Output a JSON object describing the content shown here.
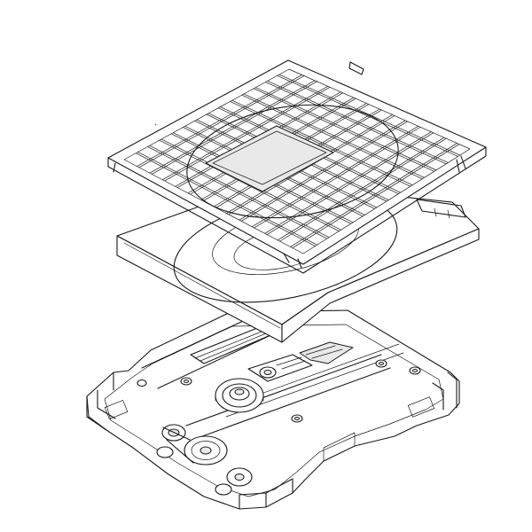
{
  "diagram": {
    "kind": "exploded isometric line drawing",
    "components": [
      {
        "id": "top-cover",
        "icon": "grid-cover-icon"
      },
      {
        "id": "disc-tray",
        "icon": "disc-tray-icon"
      },
      {
        "id": "mechanism-base",
        "icon": "drive-mechanism-icon"
      }
    ],
    "colors": {
      "line": "#1a1a1a",
      "background": "#ffffff",
      "ribbon_cable": "#e2e2e2"
    }
  }
}
